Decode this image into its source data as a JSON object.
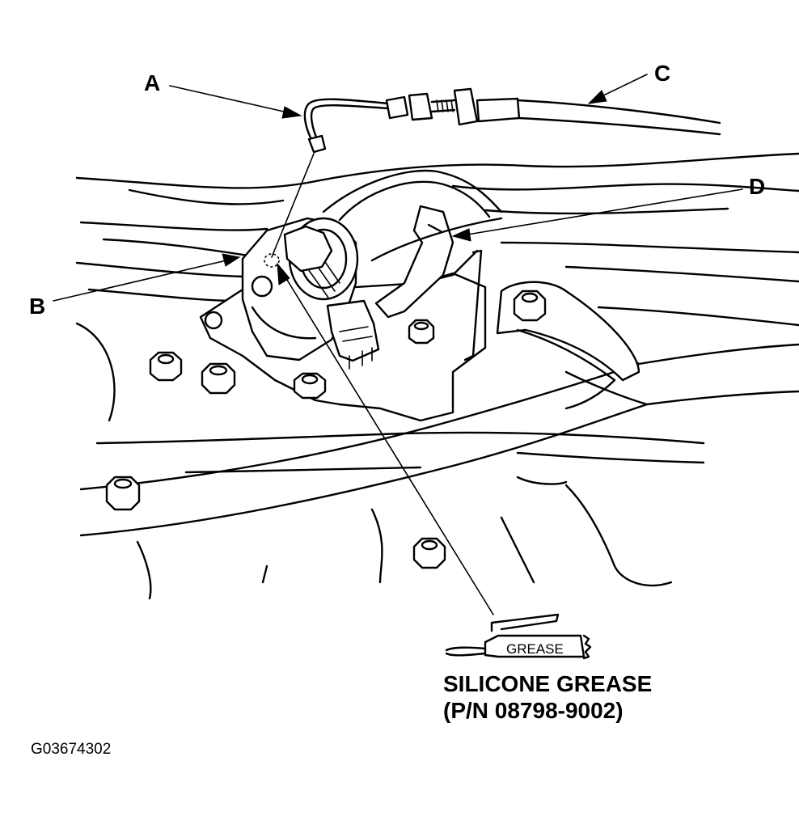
{
  "callouts": {
    "a": "A",
    "b": "B",
    "c": "C",
    "d": "D"
  },
  "grease_tube_label": "GREASE",
  "caption": {
    "line1": "SILICONE GREASE",
    "line2": "(P/N 08798-9002)"
  },
  "figure_id": "G03674302"
}
